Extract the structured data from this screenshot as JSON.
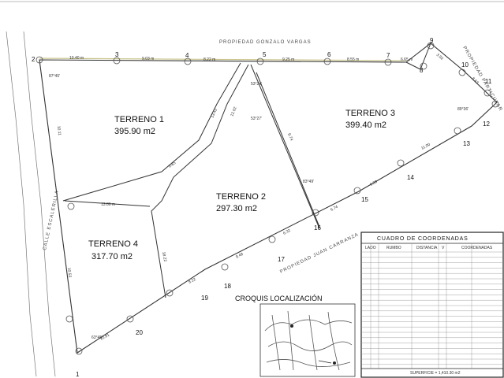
{
  "parcels": [
    {
      "name": "TERRENO 1",
      "area": "395.90 m2"
    },
    {
      "name": "TERRENO 2",
      "area": "297.30 m2"
    },
    {
      "name": "TERRENO 3",
      "area": "399.40 m2"
    },
    {
      "name": "TERRENO 4",
      "area": "317.70 m2"
    }
  ],
  "neighbors": {
    "north": "PROPIEDAD GONZALO VARGAS",
    "east": "PROPIEDAD PARTICULAR",
    "south": "PROPIEDAD JUAN CARRANZA",
    "street": "CALLE ESCALERILLA"
  },
  "vertices": [
    "1",
    "2",
    "3",
    "4",
    "5",
    "6",
    "7",
    "8",
    "9",
    "10",
    "11",
    "12",
    "13",
    "14",
    "15",
    "16",
    "17",
    "18",
    "19",
    "20"
  ],
  "distances": [
    "10.40 m",
    "9.03 m",
    "8.22 m",
    "9.25 m",
    "8.55 m",
    "6.65 m",
    "10.11",
    "10.53",
    "3.92",
    "8.63",
    "13.80 m",
    "18.22",
    "13.42",
    "9.85",
    "12.02",
    "9.74",
    "6.83",
    "6.74",
    "6.32",
    "9.48",
    "8.22",
    "11.00",
    "10.91"
  ],
  "angles": [
    "87°45'",
    "53°24'",
    "53°27'",
    "83°49'",
    "63°45'",
    "89°36'"
  ],
  "locator": {
    "title": "CROQUIS LOCALIZACIÓN"
  },
  "table": {
    "title": "CUADRO DE COORDENADAS",
    "headers": [
      "LADO",
      "RUMBO",
      "DISTANCIA",
      "V",
      "COORDENADAS"
    ],
    "footer": "SUPERFICIE = 1,410.30 m2"
  }
}
